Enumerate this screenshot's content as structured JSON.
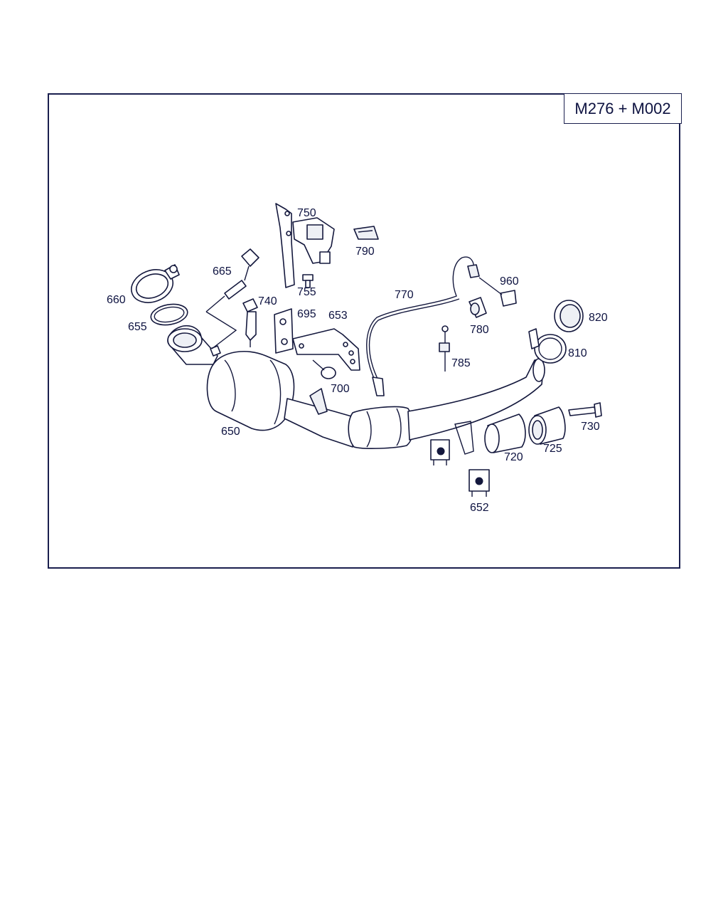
{
  "diagram": {
    "model_code": "M276 + M002",
    "part_labels": {
      "p650": "650",
      "p652": "652",
      "p653": "653",
      "p655": "655",
      "p660": "660",
      "p665": "665",
      "p695": "695",
      "p700": "700",
      "p720": "720",
      "p725": "725",
      "p730": "730",
      "p740": "740",
      "p750": "750",
      "p755": "755",
      "p770": "770",
      "p780": "780",
      "p785": "785",
      "p790": "790",
      "p810": "810",
      "p820": "820",
      "p960": "960"
    }
  },
  "colors": {
    "line": "#14183d",
    "label": "#0d1240",
    "frame": "#1a1f4e"
  }
}
